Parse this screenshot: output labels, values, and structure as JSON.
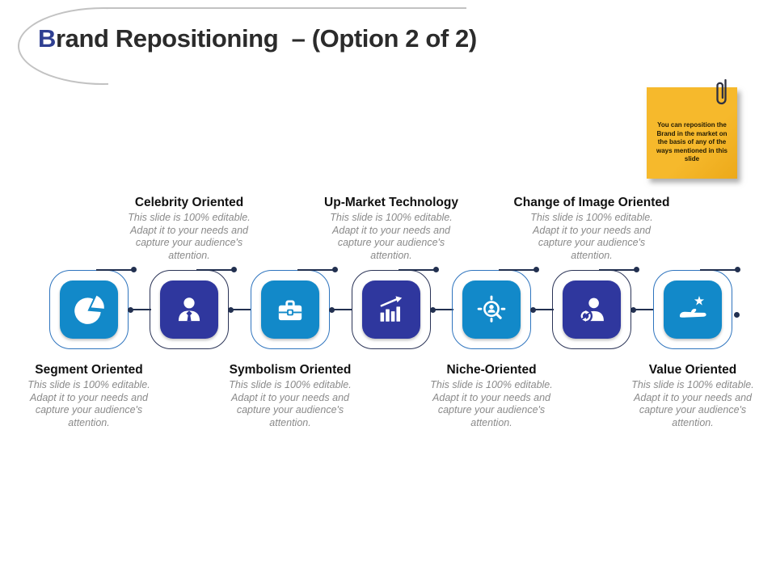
{
  "title": {
    "accent": "B",
    "rest": "rand Repositioning  – (Option 2 of 2)"
  },
  "sticky_note": {
    "text": "You can reposition the Brand in the market on the basis of any of the ways mentioned in this slide"
  },
  "steps": [
    {
      "label": "Segment Oriented",
      "position": "bottom",
      "tile_color": "#1289C9",
      "icon": "pie-chart-icon",
      "desc": "This slide is 100% editable. Adapt it to your needs and capture your audience's attention."
    },
    {
      "label": "Celebrity Oriented",
      "position": "top",
      "tile_color": "#2F379E",
      "icon": "businessman-icon",
      "desc": "This slide is 100% editable. Adapt it to your needs and capture your audience's attention."
    },
    {
      "label": "Symbolism Oriented",
      "position": "bottom",
      "tile_color": "#1289C9",
      "icon": "briefcase-icon",
      "desc": "This slide is 100% editable. Adapt it to your needs and capture your audience's attention."
    },
    {
      "label": "Up-Market Technology",
      "position": "top",
      "tile_color": "#2F379E",
      "icon": "growth-chart-icon",
      "desc": "This slide is 100% editable. Adapt it to your needs and capture your audience's attention."
    },
    {
      "label": "Niche-Oriented",
      "position": "bottom",
      "tile_color": "#1289C9",
      "icon": "niche-search-icon",
      "desc": "This slide is 100% editable. Adapt it to your needs and capture your audience's attention."
    },
    {
      "label": "Change of Image Oriented",
      "position": "top",
      "tile_color": "#2F379E",
      "icon": "person-refresh-icon",
      "desc": "This slide is 100% editable. Adapt it to your needs and capture your audience's attention."
    },
    {
      "label": "Value Oriented",
      "position": "bottom",
      "tile_color": "#1289C9",
      "icon": "hand-star-icon",
      "desc": "This slide is 100% editable. Adapt it to your needs and capture your audience's attention."
    }
  ],
  "colors": {
    "accent_light_blue": "#1289C9",
    "accent_dark_blue": "#2F379E",
    "connector_navy": "#223050",
    "sticky_yellow": "#F3B127",
    "title_accent_blue": "#2F3F92",
    "decoration_gray": "#C2C2C2"
  }
}
